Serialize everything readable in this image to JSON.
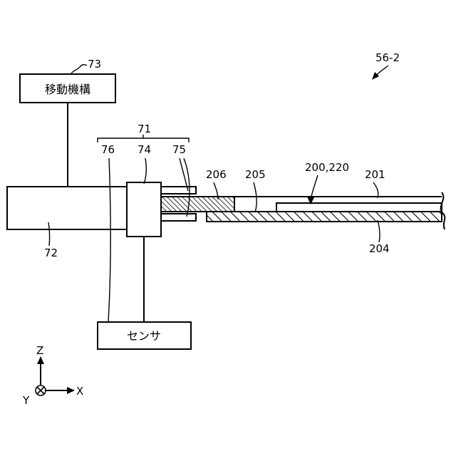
{
  "figure_ref": "56-2",
  "blocks": {
    "moving_mechanism": {
      "label": "移動機構",
      "ref": "73"
    },
    "sensor": {
      "label": "センサ"
    }
  },
  "refs": {
    "r71": "71",
    "r72": "72",
    "r74": "74",
    "r75": "75",
    "r76": "76",
    "r200": "200,220",
    "r201": "201",
    "r204": "204",
    "r205": "205",
    "r206": "206"
  },
  "axes": {
    "z": "Z",
    "x": "X",
    "y": "Y"
  }
}
